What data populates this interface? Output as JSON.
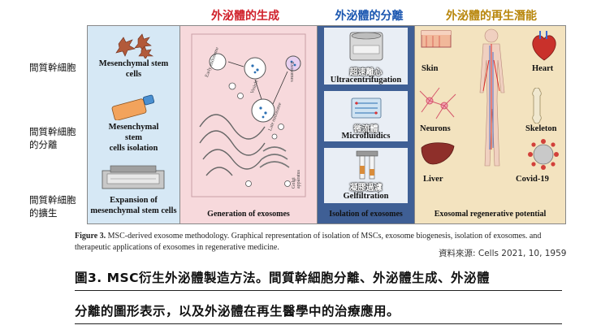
{
  "headers": {
    "biogenesis": "外泌體的生成",
    "isolation": "外泌體的分離",
    "regenerative": "外泌體的再生潛能"
  },
  "row_labels": [
    "間質幹細胞",
    "間質幹細胞\n的分離",
    "間質幹細胞\n的擴生"
  ],
  "msc_panel": {
    "items": [
      "Mesenchymal stem\ncells",
      "Mesenchymal\nstem\ncells  isolation",
      "Expansion of\nmesenchymal stem cells"
    ]
  },
  "biogenesis_panel": {
    "footer": "Generation of exosomes",
    "labels": {
      "exosomes": "Exosomes",
      "early_endosome": "Early endosome",
      "vesicle": "Vesicle",
      "late_endosome": "Late endosome",
      "golgi": "Golgi apparatus"
    }
  },
  "isolation_panel": {
    "methods": [
      {
        "zh": "超速離心",
        "en": "Ultracentrifugation"
      },
      {
        "zh": "微流體",
        "en": "Microfluidics"
      },
      {
        "zh": "凝膠過濾",
        "en": "Gelfiltration"
      }
    ],
    "footer": "Isolation of exosomes"
  },
  "regen_panel": {
    "labels": [
      "Skin",
      "Heart",
      "Neurons",
      "Skeleton",
      "Liver",
      "Covid-19"
    ],
    "footer": "Exosomal regenerative potential"
  },
  "figure_caption": {
    "lead": "Figure 3.",
    "text": " MSC-derived exosome methodology. Graphical representation of isolation of MSCs, exosome biogenesis, isolation of exosomes. and therapeutic applications of exosomes in regenerative medicine."
  },
  "source": "資料來源: Cells 2021, 10, 1959",
  "chinese_caption": {
    "line1": "圖3. MSC衍生外泌體製造方法。間質幹細胞分離、外泌體生成、外泌體",
    "line2": "分離的圖形表示，以及外泌體在再生醫學中的治療應用。"
  },
  "colors": {
    "biogenesis_header": "#d0202a",
    "isolation_header": "#1a56b0",
    "regen_header": "#b8860b",
    "msc_bg": "#d6e8f5",
    "biogenesis_bg": "#f7d9dc",
    "isolation_bg": "#3f5f95",
    "regen_bg": "#f3e3bf"
  }
}
